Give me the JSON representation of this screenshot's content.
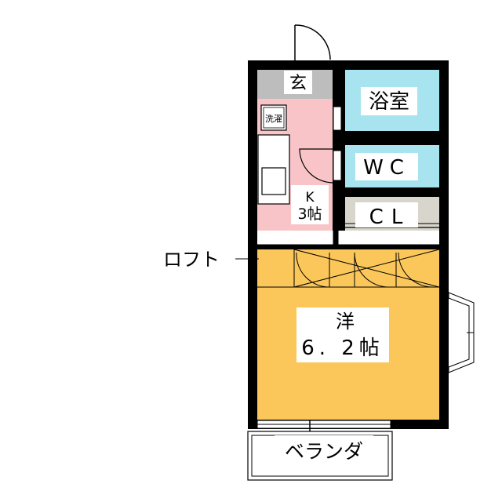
{
  "floor_plan": {
    "rooms": {
      "genkan": {
        "label": "玄",
        "fill": "#bdbdbd"
      },
      "bath": {
        "label": "浴室",
        "fill": "#a8e4f0"
      },
      "washer": {
        "label": "洗濯"
      },
      "kitchen": {
        "label_line1": "K",
        "label_line2": "3帖",
        "fill": "#f8c4c8"
      },
      "wc": {
        "label": "WC",
        "fill": "#a8e4f0"
      },
      "closet": {
        "label": "CL",
        "fill": "#d8d6cc"
      },
      "western": {
        "label_line1": "洋",
        "label_line2": "6. 2帖",
        "fill": "#fbc75a"
      },
      "loft": {
        "label": "ロフト",
        "fill": "#fbc75a"
      },
      "veranda": {
        "label": "ベランダ"
      }
    },
    "wall_color": "#000000"
  }
}
